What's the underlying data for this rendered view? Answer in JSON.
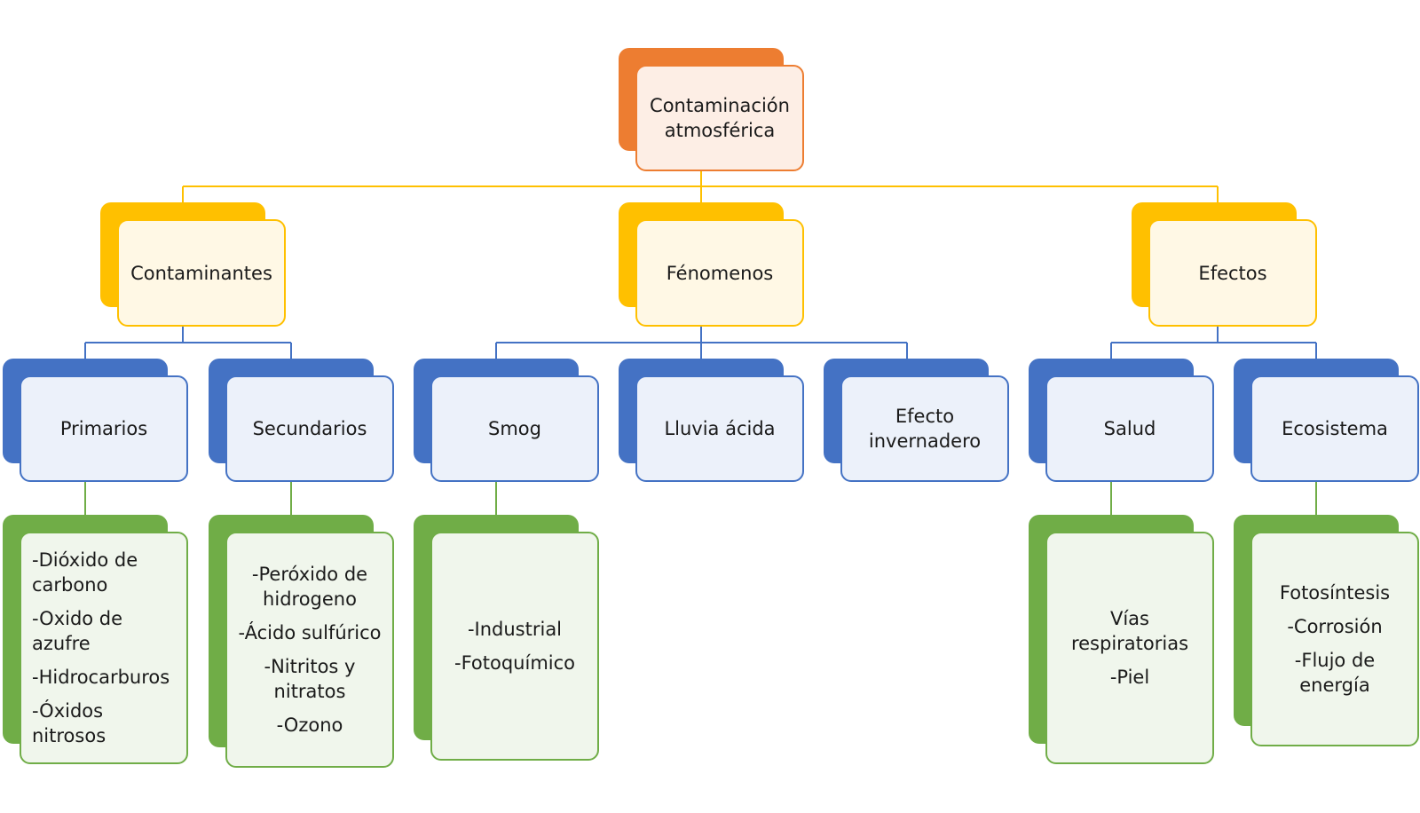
{
  "colors": {
    "root": "#ED7D31",
    "level1": "#FFC000",
    "level2": "#4472C4",
    "level3": "#70AD47"
  },
  "root": {
    "label": "Contaminación atmosférica"
  },
  "categories": [
    {
      "label": "Contaminantes",
      "children": [
        {
          "label": "Primarios",
          "details": [
            "-Dióxido de carbono",
            "-Oxido de azufre",
            "-Hidrocarburos",
            "-Óxidos nitrosos"
          ]
        },
        {
          "label": "Secundarios",
          "details": [
            "-Peróxido de hidrogeno",
            "-Ácido sulfúrico",
            "-Nitritos y nitratos",
            "-Ozono"
          ]
        }
      ]
    },
    {
      "label": "Fénomenos",
      "children": [
        {
          "label": "Smog",
          "details": [
            "-Industrial",
            "-Fotoquímico"
          ]
        },
        {
          "label": "Lluvia ácida",
          "details": []
        },
        {
          "label": "Efecto invernadero",
          "details": []
        }
      ]
    },
    {
      "label": "Efectos",
      "children": [
        {
          "label": "Salud",
          "details": [
            "Vías respiratorias",
            "-Piel"
          ]
        },
        {
          "label": "Ecosistema",
          "details": [
            "Fotosíntesis",
            "-Corrosión",
            "-Flujo de energía"
          ]
        }
      ]
    }
  ]
}
